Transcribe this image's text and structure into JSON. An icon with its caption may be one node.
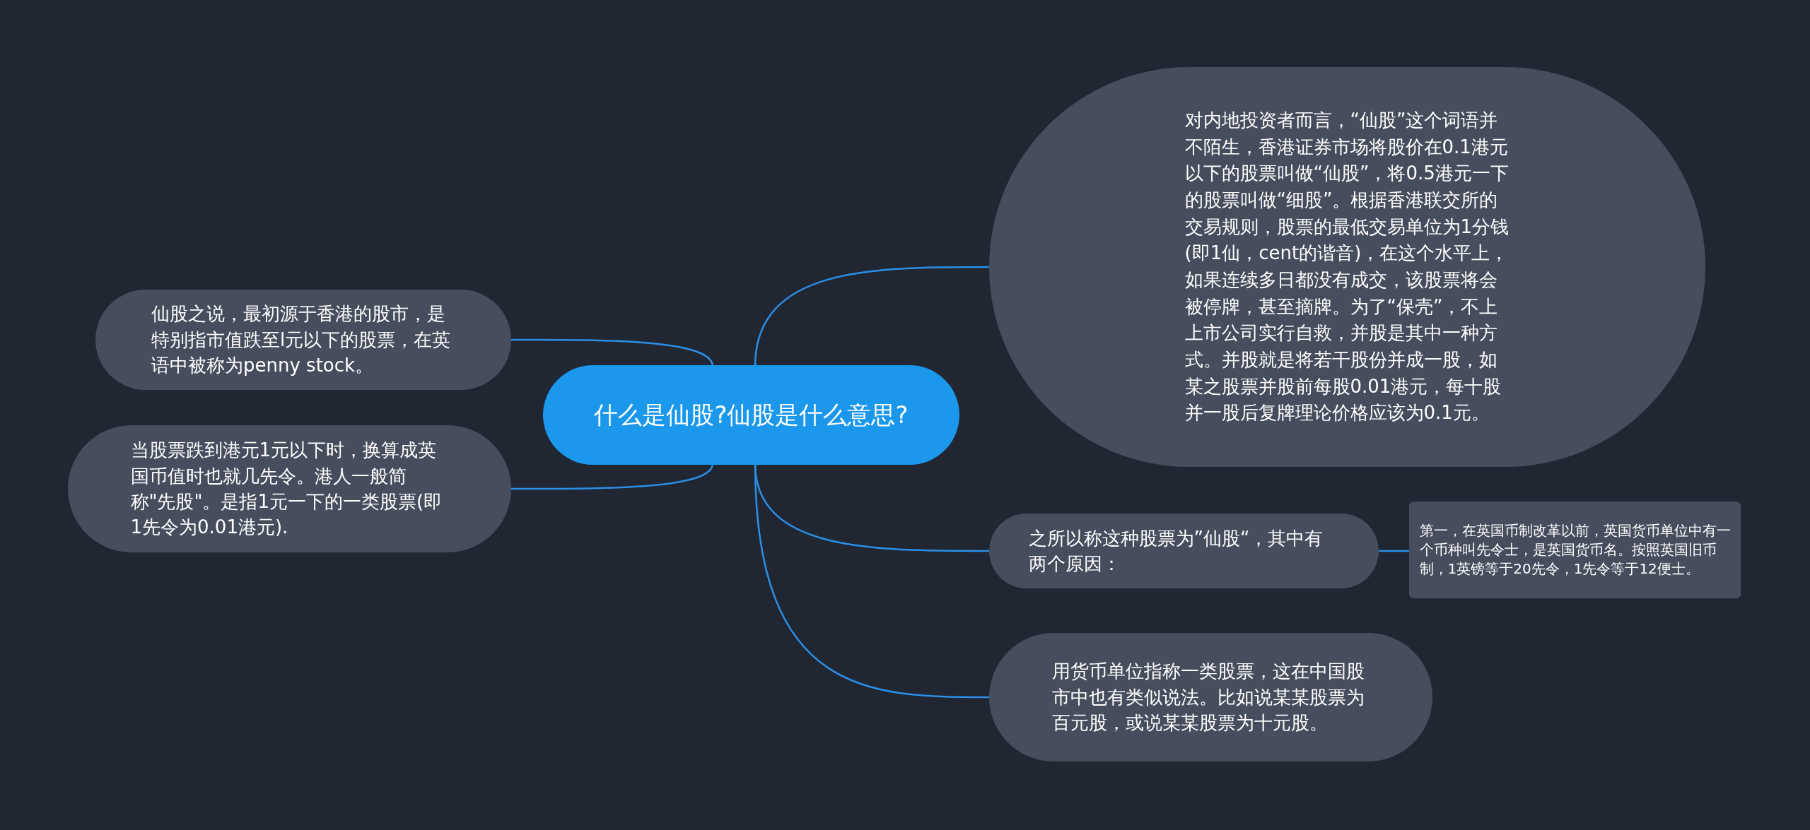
{
  "diagram": {
    "nodes": [
      {
        "text": [
          "什么是仙股?仙股是什么意思?"
        ]
      },
      {
        "text": [
          "仙股之说，最初源于香港的股市，是特别指市值跌至l元以下的股票，在英语中被称为penny stock。"
        ]
      },
      {
        "text": [
          "当股票跌到港元1元以下时，换算成英国币值时也就几先令。港人一般简称\"先股\"。是指1元一下的一类股票(即1先令为0.01港元)."
        ]
      },
      {
        "text": [
          "对内地投资者而言，“仙股”这个词语并不陌生，香港证券市场将股价在0.1港元以下的股票叫做“仙股”，将0.5港元一下的股票叫做“细股”。根据香港联交所的交易规则，股票的最低交易单位为1分钱(即1仙，cent的谐音)，在这个水平上，如果连续多日都没有成交，该股票将会被停牌，甚至摘牌。为了“保壳”，不上上市公司实行自救，并股是其中一种方式。并股就是将若干股份并成一股，如某之股票并股前每股0.01港元，每十股并一股后复牌理论价格应该为0.1元。"
        ]
      },
      {
        "text": [
          "之所以称这种股票为”仙股“，其中有两个原因："
        ]
      },
      {
        "text": [
          "第一，在英国币制改革以前，英国货币单位中有一个币种叫先令士，是英国货币名。按照英国旧币制，1英镑等于20先令，1先令等于12便士。"
        ]
      },
      {
        "text": [
          "用货币单位指称一类股票，这在中国股市中也有类似说法。比如说某某股票为百元股，或说某某股票为十元股。"
        ]
      }
    ],
    "edges": [
      {
        "from": 0,
        "to": 1,
        "arrow": "none"
      },
      {
        "from": 0,
        "to": 2,
        "arrow": "none"
      },
      {
        "from": 0,
        "to": 3,
        "arrow": "none"
      },
      {
        "from": 0,
        "to": 4,
        "arrow": "none"
      },
      {
        "from": 4,
        "to": 5,
        "arrow": "none"
      },
      {
        "from": 0,
        "to": 6,
        "arrow": "none"
      }
    ]
  }
}
